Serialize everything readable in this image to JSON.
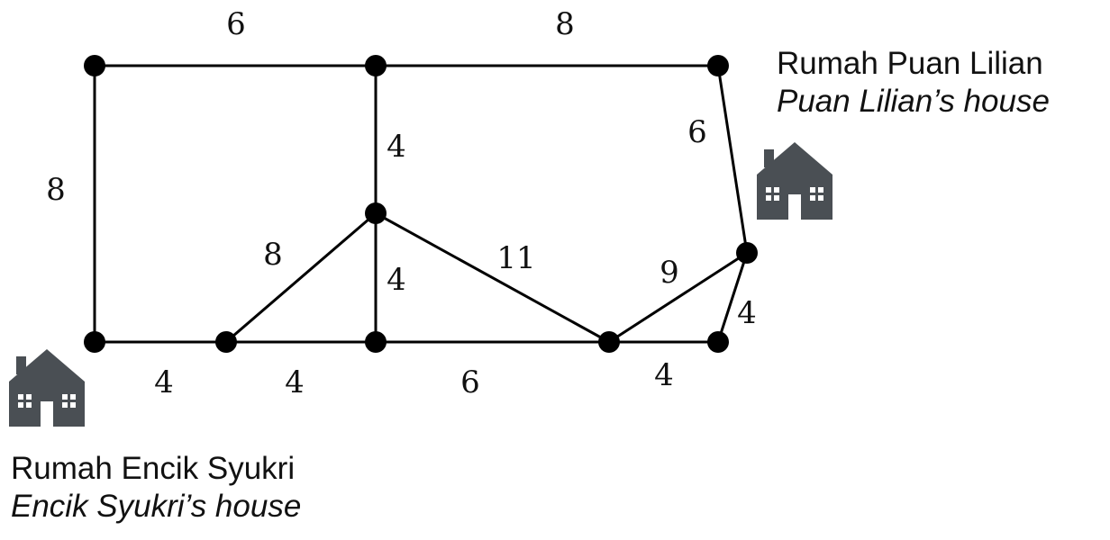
{
  "colors": {
    "line": "#000000",
    "node": "#000000",
    "house": "#4a4f54",
    "house_window": "#ffffff",
    "text": "#111111"
  },
  "houses": {
    "lilian": {
      "name_ms": "Rumah Puan Lilian",
      "name_en": "Puan Lilian’s house",
      "icon": "house-icon"
    },
    "syukri": {
      "name_ms": "Rumah Encik Syukri",
      "name_en": "Encik Syukri’s house",
      "icon": "house-icon"
    }
  },
  "graph": {
    "nodes": [
      {
        "id": "TL"
      },
      {
        "id": "TM"
      },
      {
        "id": "TR"
      },
      {
        "id": "C"
      },
      {
        "id": "R"
      },
      {
        "id": "BL"
      },
      {
        "id": "B2"
      },
      {
        "id": "B3"
      },
      {
        "id": "B4"
      },
      {
        "id": "B5"
      }
    ],
    "edges": [
      {
        "from": "TL",
        "to": "TM",
        "weight": "6"
      },
      {
        "from": "TM",
        "to": "TR",
        "weight": "8"
      },
      {
        "from": "TL",
        "to": "BL",
        "weight": "8"
      },
      {
        "from": "TM",
        "to": "C",
        "weight": "4"
      },
      {
        "from": "TR",
        "to": "R",
        "weight": "6"
      },
      {
        "from": "C",
        "to": "B2",
        "weight": "8"
      },
      {
        "from": "C",
        "to": "B3",
        "weight": "4"
      },
      {
        "from": "C",
        "to": "B4",
        "weight": "11"
      },
      {
        "from": "B4",
        "to": "R",
        "weight": "9"
      },
      {
        "from": "B5",
        "to": "R",
        "weight": "4"
      },
      {
        "from": "BL",
        "to": "B2",
        "weight": "4"
      },
      {
        "from": "B2",
        "to": "B3",
        "weight": "4"
      },
      {
        "from": "B3",
        "to": "B4",
        "weight": "6"
      },
      {
        "from": "B4",
        "to": "B5",
        "weight": "4"
      }
    ]
  }
}
